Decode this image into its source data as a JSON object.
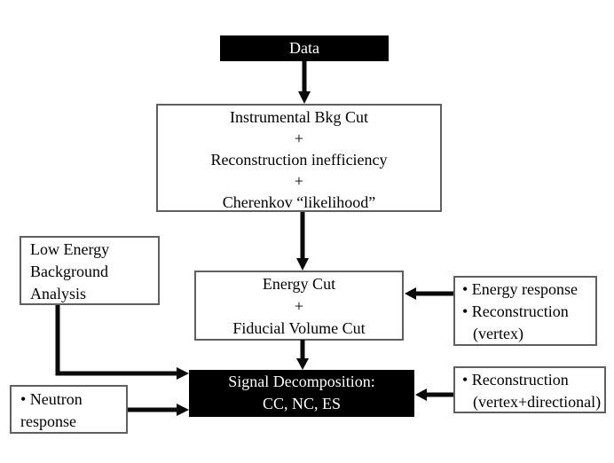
{
  "diagram": {
    "type": "flowchart",
    "colors": {
      "background": "#ffffff",
      "node_dark_fill": "#000000",
      "node_dark_text": "#ffffff",
      "node_light_fill": "#ffffff",
      "node_border": "#606060",
      "arrow": "#0a0a0a",
      "text": "#000000"
    },
    "nodes": {
      "data": {
        "label": "Data"
      },
      "instrumental": {
        "lines": [
          "Instrumental Bkg Cut",
          "+",
          "Reconstruction inefficiency",
          "+",
          "Cherenkov “likelihood”"
        ]
      },
      "energy": {
        "lines": [
          "Energy Cut",
          "+",
          "Fiducial Volume Cut"
        ]
      },
      "energy_response": {
        "lines": [
          "• Energy response",
          "• Reconstruction",
          "(vertex)"
        ]
      },
      "low_energy": {
        "lines": [
          "Low Energy",
          "Background",
          "Analysis"
        ]
      },
      "signal": {
        "lines": [
          "Signal Decomposition:",
          "CC, NC, ES"
        ]
      },
      "neutron": {
        "lines": [
          "• Neutron",
          "response"
        ]
      },
      "reconstruction": {
        "lines": [
          "• Reconstruction",
          "(vertex+directional)"
        ]
      }
    },
    "edges": [
      "data -> instrumental",
      "instrumental -> energy",
      "energy -> signal",
      "energy_response -> energy",
      "low_energy -> signal",
      "neutron -> signal",
      "reconstruction -> signal"
    ]
  }
}
